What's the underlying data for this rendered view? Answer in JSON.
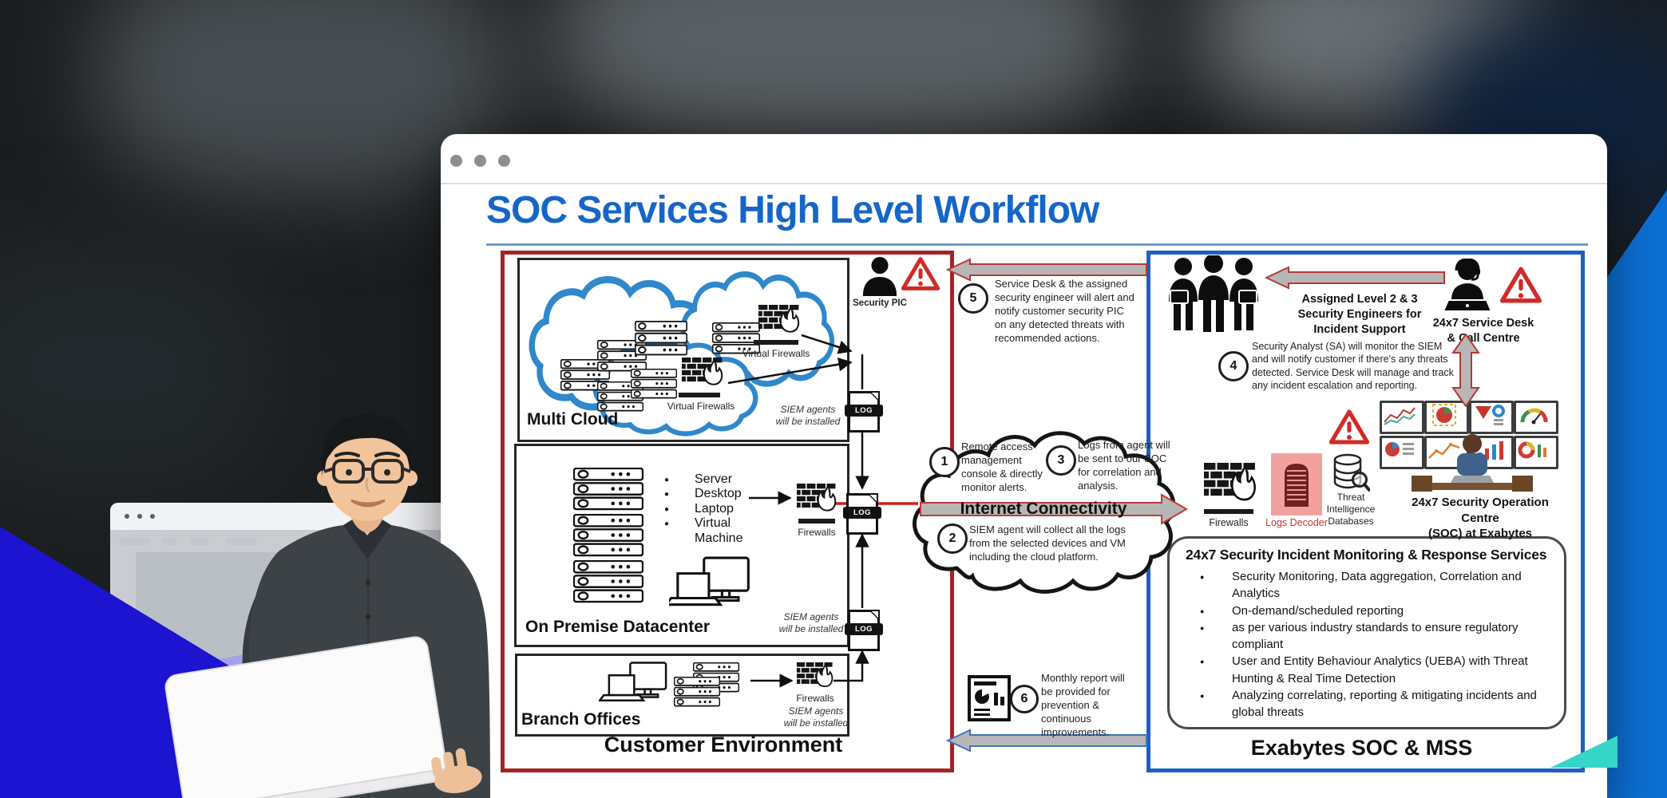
{
  "colors": {
    "title_blue": "#1566c8",
    "customer_border_red": "#a32427",
    "exabytes_border_blue": "#1a61c0",
    "cloud_outline_blue": "#2f88cb",
    "arrow_gray": "#b7b7b7",
    "arrow_outline_red": "#b23a37",
    "arrow_outline_blue": "#3f74bf",
    "warning_red": "#cf2b28",
    "logs_decoder_pink": "#f2a29e",
    "logs_decoder_dark_red": "#6e211e",
    "teal_accent": "#35d6c8",
    "left_wedge_blue": "#1c14d0",
    "right_wedge_blue": "#0c70d6"
  },
  "window": {
    "title": "SOC Services High Level Workflow"
  },
  "customer_environment": {
    "label": "Customer Environment",
    "log_label": "LOG",
    "security_pic_label": "Security PIC",
    "multi_cloud": {
      "label": "Multi Cloud",
      "virtual_firewalls_top": "Virtual Firewalls",
      "virtual_firewalls_bottom": "Virtual Firewalls",
      "siem_note": "SIEM agents\nwill be installed"
    },
    "on_premise": {
      "label": "On Premise Datacenter",
      "devices": [
        "Server",
        "Desktop",
        "Laptop",
        "Virtual Machine"
      ],
      "firewalls_label": "Firewalls",
      "siem_note": "SIEM agents\nwill be installed"
    },
    "branch_offices": {
      "label": "Branch Offices",
      "firewalls_label": "Firewalls",
      "siem_note": "SIEM agents\nwill be installed"
    }
  },
  "internet_connectivity_label": "Internet Connectivity",
  "workflow_steps": {
    "step1": {
      "num": "1",
      "text": "Remote access management console & directly monitor alerts."
    },
    "step2": {
      "num": "2",
      "text": "SIEM agent will collect all the logs from the selected devices and VM including the cloud platform."
    },
    "step3": {
      "num": "3",
      "text": "Logs from agent will be sent to our SOC for correlation and analysis."
    },
    "step4": {
      "num": "4",
      "text": "Security Analyst (SA) will monitor the SIEM and will notify customer if there's any threats detected. Service Desk will manage and track any incident escalation and reporting."
    },
    "step5": {
      "num": "5",
      "text": "Service Desk & the assigned security engineer will alert and notify customer security PIC on any detected threats with recommended actions."
    },
    "step6": {
      "num": "6",
      "text": "Monthly report will be provided for prevention & continuous improvements."
    }
  },
  "exabytes": {
    "label": "Exabytes SOC & MSS",
    "assigned_engineers": "Assigned Level 2 & 3\nSecurity Engineers for\nIncident Support",
    "service_desk": "24x7 Service Desk\n& Call Centre",
    "firewalls_label": "Firewalls",
    "logs_decoder_label": "Logs Decoder",
    "threat_db_label": "Threat\nIntelligence\nDatabases",
    "soc_centre_label": "24x7 Security Operation Centre\n(SOC) at Exabytes",
    "services": {
      "title": "24x7 Security Incident Monitoring & Response Services",
      "bullets": [
        "Security Monitoring, Data aggregation, Correlation and Analytics",
        "On-demand/scheduled reporting",
        "as per various industry standards to ensure regulatory compliant",
        "User and Entity Behaviour Analytics (UEBA) with Threat Hunting & Real Time Detection",
        "Analyzing correlating, reporting & mitigating incidents and global threats"
      ]
    }
  }
}
